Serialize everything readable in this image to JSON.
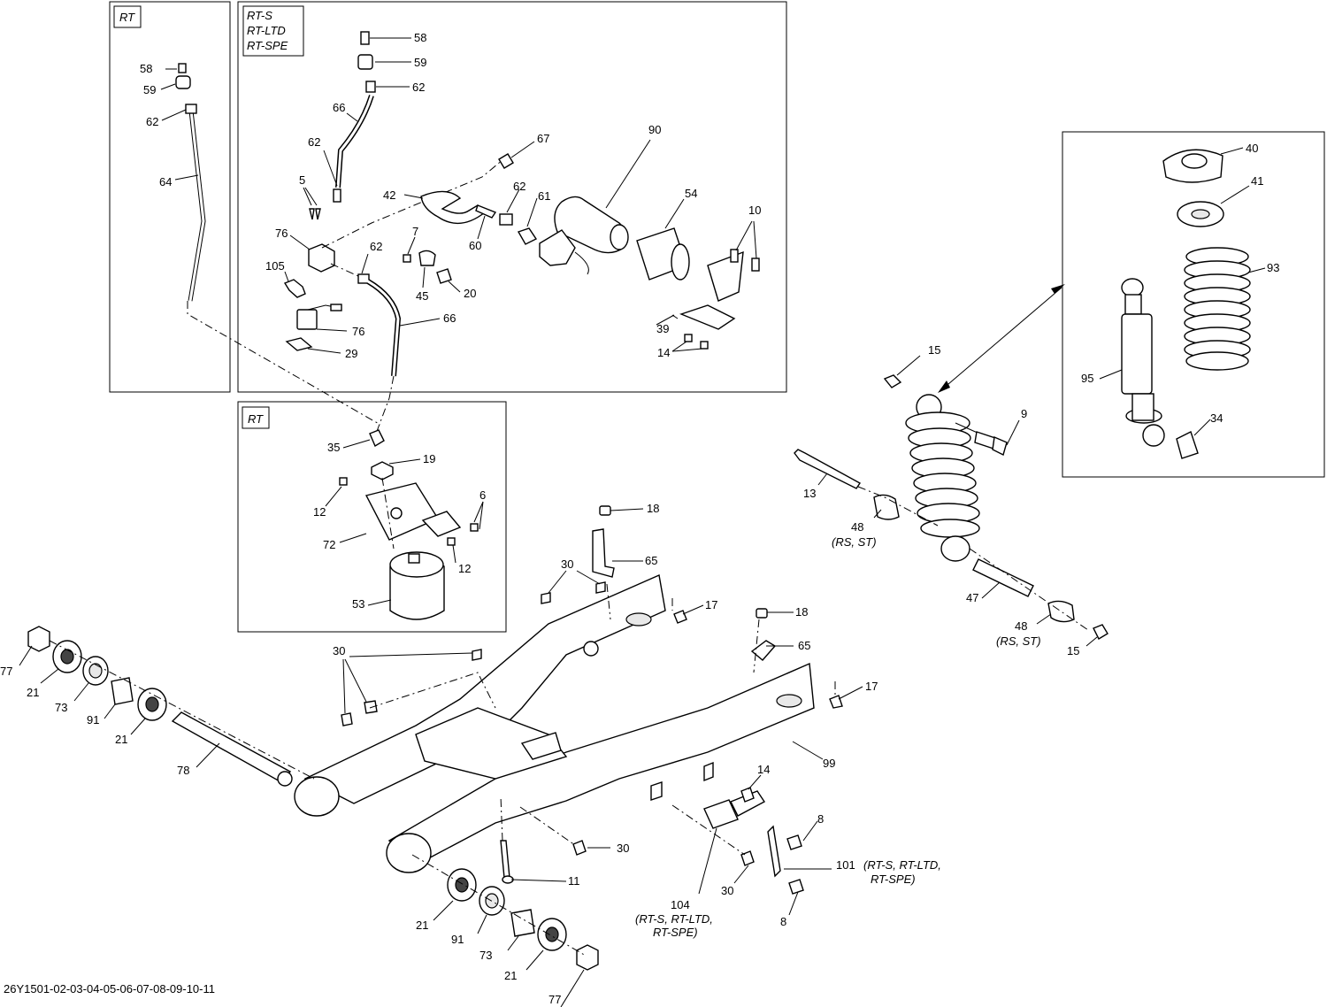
{
  "doc_code": "26Y1501-02-03-04-05-06-07-08-09-10-11",
  "boxes": {
    "rt_left": "RT",
    "rt_s_block": [
      "RT-S",
      "RT-LTD",
      "RT-SPE"
    ],
    "rt_bottom": "RT"
  },
  "callouts": {
    "c58a": "58",
    "c59a": "59",
    "c62a": "62",
    "c64": "64",
    "c58b": "58",
    "c59b": "59",
    "c62b": "62",
    "c66a": "66",
    "c62c": "62",
    "c5": "5",
    "c76a": "76",
    "c105": "105",
    "c76b": "76",
    "c29": "29",
    "c62d": "62",
    "c66b": "66",
    "c42": "42",
    "c7": "7",
    "c45": "45",
    "c20": "20",
    "c60": "60",
    "c62e": "62",
    "c61": "61",
    "c67": "67",
    "c90": "90",
    "c54": "54",
    "c10": "10",
    "c39": "39",
    "c14a": "14",
    "c35": "35",
    "c19": "19",
    "c12a": "12",
    "c6": "6",
    "c72": "72",
    "c12b": "12",
    "c53": "53",
    "c40": "40",
    "c41": "41",
    "c93": "93",
    "c95": "95",
    "c34": "34",
    "c15a": "15",
    "c9": "9",
    "c13": "13",
    "c48a": "48",
    "c48a_sub": "(RS, ST)",
    "c47": "47",
    "c48b": "48",
    "c48b_sub": "(RS, ST)",
    "c15b": "15",
    "c18a": "18",
    "c65a": "65",
    "c30a": "30",
    "c17a": "17",
    "c18b": "18",
    "c65b": "65",
    "c30b": "30",
    "c17b": "17",
    "c99": "99",
    "c77a": "77",
    "c21a": "21",
    "c73a": "73",
    "c91a": "91",
    "c21b": "21",
    "c78": "78",
    "c14b": "14",
    "c8a": "8",
    "c101": "101",
    "c101_sub1": "(RT-S, RT-LTD,",
    "c101_sub2": "RT-SPE)",
    "c30c": "30",
    "c30d": "30",
    "c8b": "8",
    "c11": "11",
    "c104": "104",
    "c104_sub1": "(RT-S, RT-LTD,",
    "c104_sub2": "RT-SPE)",
    "c21c": "21",
    "c91b": "91",
    "c73b": "73",
    "c21d": "21",
    "c77b": "77"
  }
}
